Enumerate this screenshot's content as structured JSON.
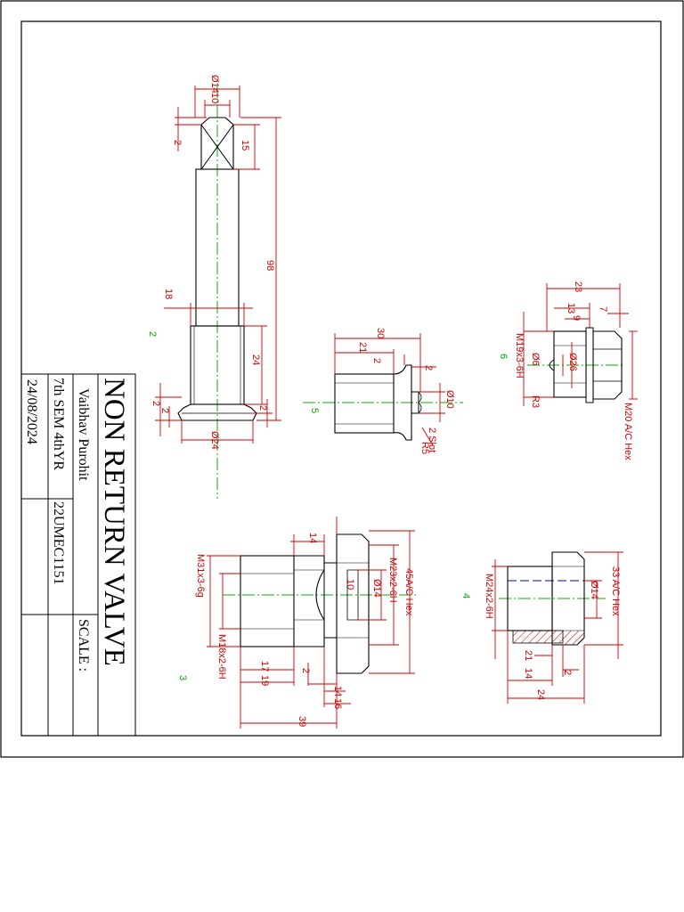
{
  "title_block": {
    "title": "NON RETURN VALVE",
    "name": "Vaibhav Purohit",
    "semester": "7th SEM 4thYR",
    "roll_no": "22UMEC1151",
    "date": "24/08/2024",
    "scale_label": "SCALE :"
  },
  "part_labels": [
    "2",
    "3",
    "4",
    "5",
    "6"
  ],
  "part2": {
    "d_top": "Ø14",
    "d_top2": "10",
    "left_top": "2",
    "h_top": "15",
    "len_total": "98",
    "d_18": "18",
    "len_thread": "24",
    "left_bot1": "2",
    "left_bot2": "2",
    "right_bot": "2",
    "d_base": "Ø24"
  },
  "part5": {
    "len_30": "30",
    "len_21": "21",
    "len_2a": "2",
    "len_2b": "2",
    "d_10": "Ø10",
    "slot": "2 Slot",
    "r5": "R5"
  },
  "part6": {
    "len_23": "23",
    "len_13": "13",
    "len_9": "9",
    "len_7": "7",
    "thread": "M19x3-6H",
    "d_6": "Ø6",
    "d_26": "Ø26",
    "r3": "R3",
    "hex": "M20 A/C Hex"
  },
  "part3": {
    "len_14": "14",
    "len_10": "10",
    "hex": "45A/C Hex",
    "thread_int": "M23x2-6H",
    "d_14": "Ø14",
    "thread_ext": "M31x3-6g",
    "thread_m18": "M18x2-6H",
    "len_17": "17",
    "len_19": "19",
    "len_2": "2",
    "len_14b": "14",
    "len_16": "16",
    "len_39": "39"
  },
  "part4": {
    "thread": "M24x2-6H",
    "hex": "33 A/C Hex",
    "d_14": "Ø14",
    "len_21": "21",
    "len_14": "14",
    "len_2": "2",
    "len_24": "24"
  }
}
